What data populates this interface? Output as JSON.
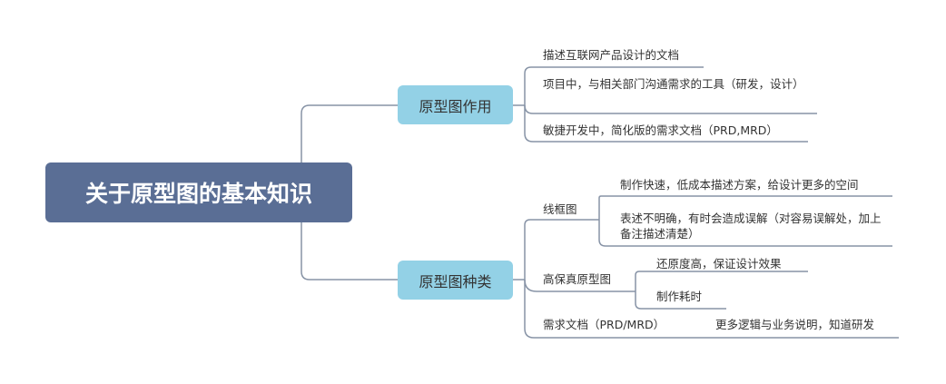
{
  "root": {
    "title": "关于原型图的基本知识"
  },
  "branch1": {
    "label": "原型图作用",
    "items": [
      "描述互联网产品设计的文档",
      "项目中，与相关部门沟通需求的工具（研发，设计）",
      "敏捷开发中，简化版的需求文档（PRD,MRD）"
    ]
  },
  "branch2": {
    "label": "原型图种类",
    "wireframe": {
      "label": "线框图",
      "items": [
        "制作快速，低成本描述方案，给设计更多的空间",
        "表述不明确，有时会造成误解（对容易误解处，加上备注描述清楚）"
      ]
    },
    "hifi": {
      "label": "高保真原型图",
      "items": [
        "还原度高，保证设计效果",
        "制作耗时"
      ]
    },
    "docs": {
      "label": "需求文档（PRD/MRD）",
      "items": [
        "更多逻辑与业务说明，知道研发"
      ]
    }
  },
  "colors": {
    "root_fill": "#5a6e95",
    "branch_fill": "#93d1e6",
    "connector": "#8793a6"
  }
}
